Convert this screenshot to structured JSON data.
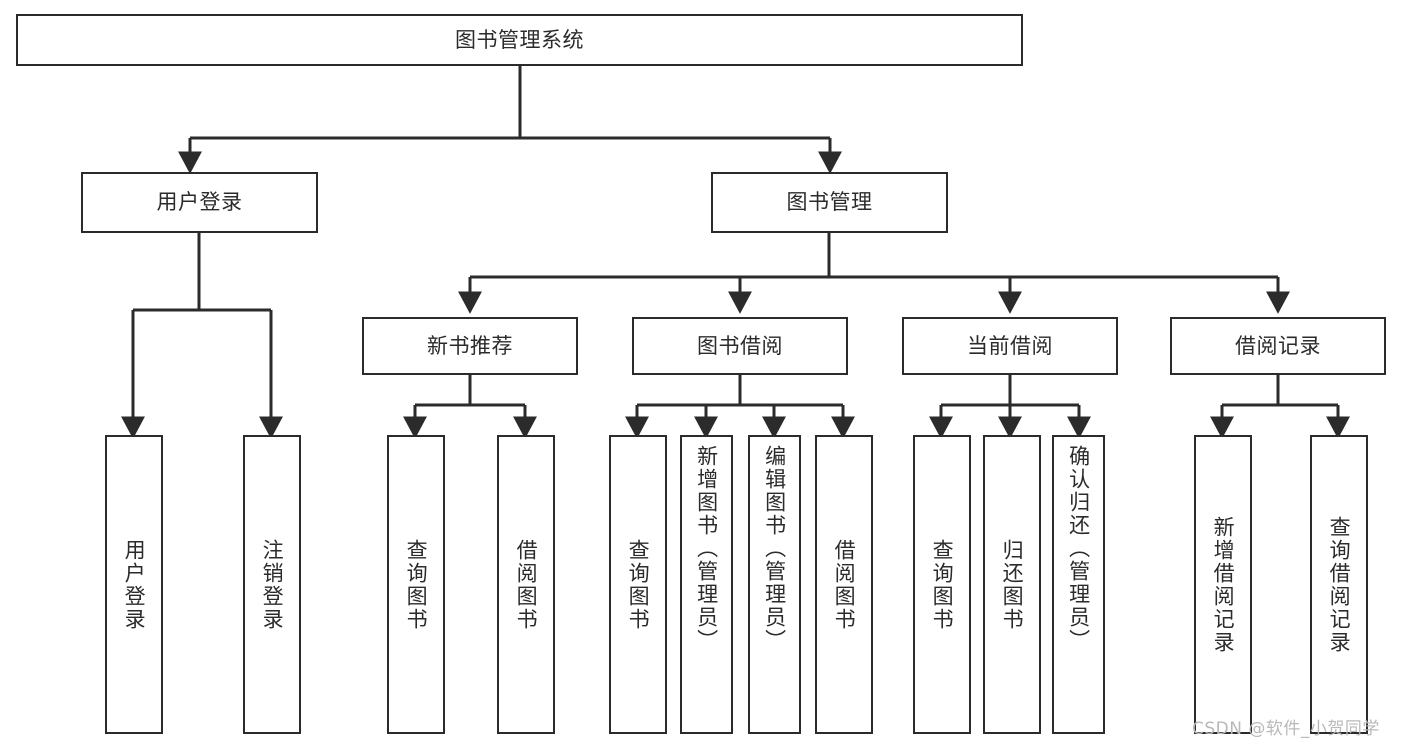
{
  "diagram": {
    "type": "tree-hierarchy-chart",
    "title": "图书管理系统",
    "colors": {
      "box_border": "#2b2b2b",
      "box_fill": "#ffffff",
      "edge": "#2b2b2b",
      "text": "#2b2b2b",
      "watermark": "#b9b9b9",
      "background": "#ffffff"
    },
    "nodes": {
      "root": {
        "label": "图书管理系统"
      },
      "level2": [
        {
          "id": "user_login",
          "label": "用户登录"
        },
        {
          "id": "book_manage",
          "label": "图书管理"
        }
      ],
      "level3": [
        {
          "id": "new_book_rec",
          "label": "新书推荐"
        },
        {
          "id": "book_borrow",
          "label": "图书借阅"
        },
        {
          "id": "current_borrow",
          "label": "当前借阅"
        },
        {
          "id": "borrow_record",
          "label": "借阅记录"
        }
      ],
      "leaves": [
        {
          "id": "leaf_user_login",
          "label": "用户登录",
          "parent": "user_login"
        },
        {
          "id": "leaf_logout",
          "label": "注销登录",
          "parent": "user_login"
        },
        {
          "id": "leaf_query_book_1",
          "label": "查询图书",
          "parent": "new_book_rec"
        },
        {
          "id": "leaf_borrow_book_1",
          "label": "借阅图书",
          "parent": "new_book_rec"
        },
        {
          "id": "leaf_query_book_2",
          "label": "查询图书",
          "parent": "book_borrow"
        },
        {
          "id": "leaf_add_book",
          "label": "新增图书（管理员）",
          "parent": "book_borrow"
        },
        {
          "id": "leaf_edit_book",
          "label": "编辑图书（管理员）",
          "parent": "book_borrow"
        },
        {
          "id": "leaf_borrow_book_2",
          "label": "借阅图书",
          "parent": "book_borrow"
        },
        {
          "id": "leaf_query_book_3",
          "label": "查询图书",
          "parent": "current_borrow"
        },
        {
          "id": "leaf_return_book",
          "label": "归还图书",
          "parent": "current_borrow"
        },
        {
          "id": "leaf_confirm_return",
          "label": "确认归还（管理员）",
          "parent": "current_borrow"
        },
        {
          "id": "leaf_add_record",
          "label": "新增借阅记录",
          "parent": "borrow_record"
        },
        {
          "id": "leaf_query_record",
          "label": "查询借阅记录",
          "parent": "borrow_record"
        }
      ]
    },
    "watermark": "CSDN @软件_小贺同学"
  }
}
